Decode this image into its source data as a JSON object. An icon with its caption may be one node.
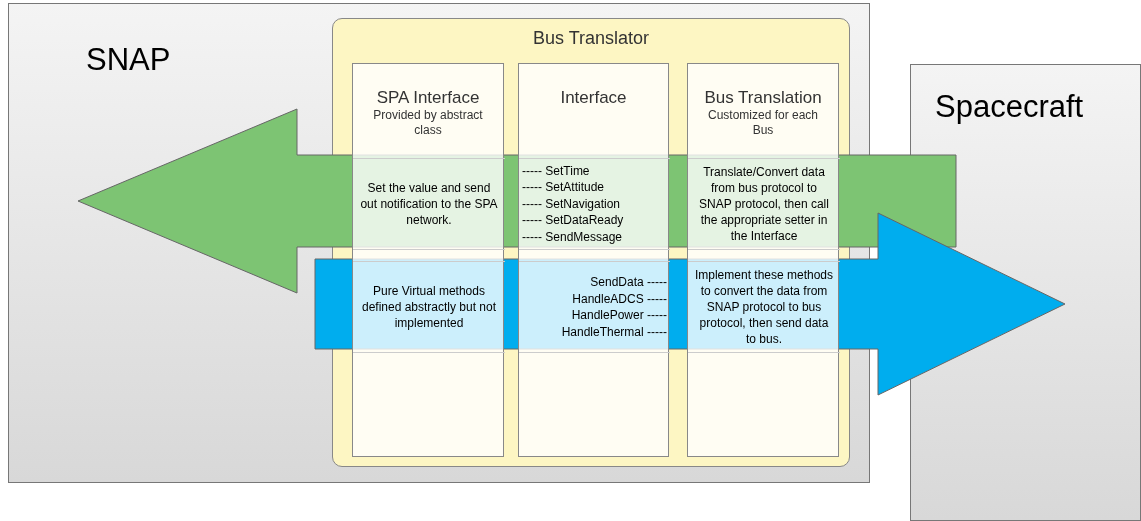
{
  "diagram": {
    "nodes": [
      {
        "text": [
          "SNAP"
        ]
      },
      {
        "text": [
          "Bus Translator"
        ],
        "in": 0
      },
      {
        "text": [
          "SPA Interface",
          "Provided by abstract class"
        ],
        "in": 1
      },
      {
        "text": [
          "Interface"
        ],
        "in": 1
      },
      {
        "text": [
          "Bus Translation",
          "Customized for each Bus"
        ],
        "in": 1
      },
      {
        "text": [
          "Spacecraft"
        ]
      },
      {
        "text": [
          "Set the value and send out notification to the SPA network."
        ],
        "in": 2
      },
      {
        "text": [
          "----- SetTime",
          "----- SetAttitude",
          "----- SetNavigation",
          "----- SetDataReady",
          "----- SendMessage"
        ],
        "in": 3
      },
      {
        "text": [
          "Translate/Convert data from bus protocol to SNAP protocol, then call the appropriate setter in the Interface"
        ],
        "in": 4
      },
      {
        "text": [
          "Pure Virtual methods defined abstractly but not implemented"
        ],
        "in": 2
      },
      {
        "text": [
          "SendData -----",
          "HandleADCS -----",
          "HandlePower -----",
          "HandleThermal -----"
        ],
        "in": 3
      },
      {
        "text": [
          "Implement these methods to convert the data from SNAP protocol to bus protocol, then send data to bus."
        ],
        "in": 4
      }
    ],
    "edges": [
      {
        "from": 5,
        "to": 0,
        "arrow": "to",
        "style": "thick",
        "color": "#7dc473"
      },
      {
        "from": 0,
        "to": 5,
        "arrow": "to",
        "style": "thick",
        "color": "#00adee"
      }
    ]
  }
}
